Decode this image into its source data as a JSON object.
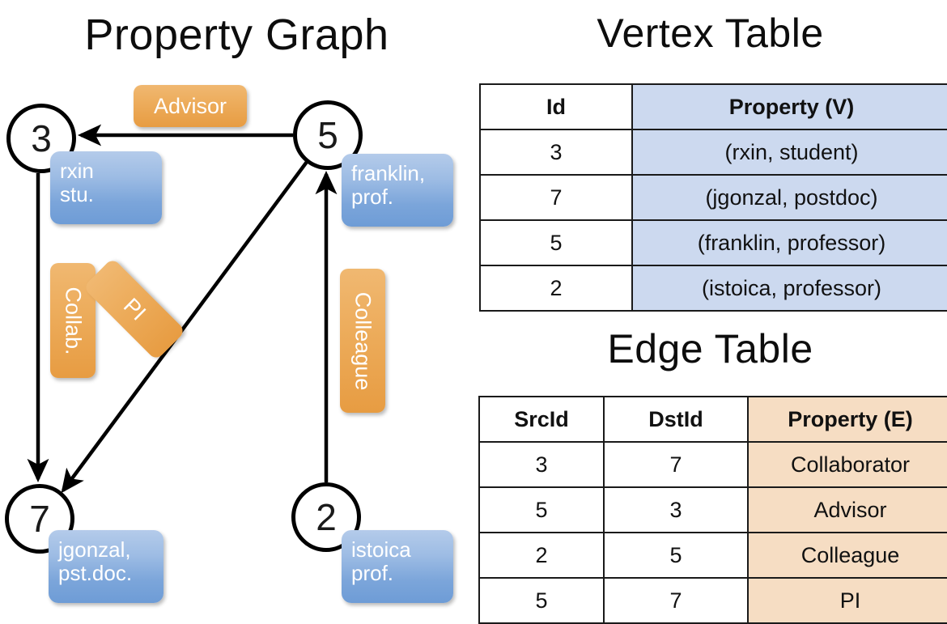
{
  "titles": {
    "property_graph": "Property Graph",
    "vertex_table": "Vertex Table",
    "edge_table": "Edge Table"
  },
  "graph": {
    "nodes": [
      {
        "id": "3",
        "name": "node-3",
        "property_lines": [
          "rxin",
          "stu."
        ]
      },
      {
        "id": "5",
        "name": "node-5",
        "property_lines": [
          "franklin,",
          "prof."
        ]
      },
      {
        "id": "7",
        "name": "node-7",
        "property_lines": [
          "jgonzal,",
          "pst.doc."
        ]
      },
      {
        "id": "2",
        "name": "node-2",
        "property_lines": [
          "istoica",
          "prof."
        ]
      }
    ],
    "node_labels": {
      "n3": "3",
      "n5": "5",
      "n7": "7",
      "n2": "2"
    },
    "property_boxes": {
      "rxin_line1": "rxin",
      "rxin_line2": "stu.",
      "franklin_line1": "franklin,",
      "franklin_line2": "prof.",
      "jgonzal_line1": "jgonzal,",
      "jgonzal_line2": "pst.doc.",
      "istoica_line1": "istoica",
      "istoica_line2": "prof."
    },
    "edge_labels": {
      "advisor": "Advisor",
      "collab": "Collab.",
      "pi": "PI",
      "colleague": "Colleague"
    },
    "edges": [
      {
        "from": "5",
        "to": "3",
        "label": "Advisor"
      },
      {
        "from": "3",
        "to": "7",
        "label": "Collab."
      },
      {
        "from": "5",
        "to": "7",
        "label": "PI"
      },
      {
        "from": "2",
        "to": "5",
        "label": "Colleague"
      }
    ]
  },
  "colors": {
    "vertex_property_fill": "#ccd9ef",
    "edge_property_fill": "#f6ddc3",
    "node_callout_blue": "#7ba5da",
    "edge_callout_orange": "#edad5d",
    "stroke": "#000000"
  },
  "vertex_table": {
    "headers": [
      "Id",
      "Property (V)"
    ],
    "rows": [
      {
        "id": "3",
        "property": "(rxin, student)"
      },
      {
        "id": "7",
        "property": "(jgonzal, postdoc)"
      },
      {
        "id": "5",
        "property": "(franklin, professor)"
      },
      {
        "id": "2",
        "property": "(istoica, professor)"
      }
    ]
  },
  "edge_table": {
    "headers": [
      "SrcId",
      "DstId",
      "Property (E)"
    ],
    "rows": [
      {
        "src": "3",
        "dst": "7",
        "property": "Collaborator"
      },
      {
        "src": "5",
        "dst": "3",
        "property": "Advisor"
      },
      {
        "src": "2",
        "dst": "5",
        "property": "Colleague"
      },
      {
        "src": "5",
        "dst": "7",
        "property": "PI"
      }
    ]
  }
}
